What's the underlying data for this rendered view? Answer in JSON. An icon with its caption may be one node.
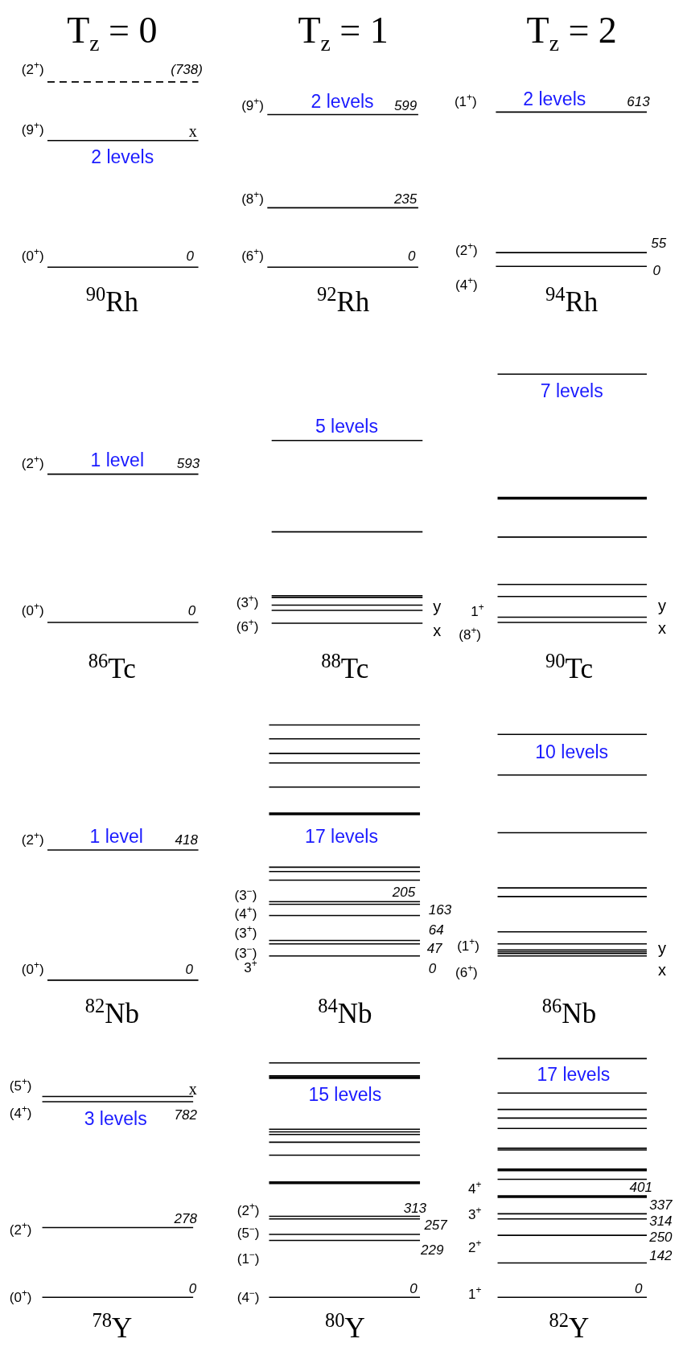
{
  "diagram": {
    "labels": [
      "T$_{z}$ = 0",
      "T$_{z}$ = 1",
      "T$_{z}$ = 2",
      "(2$^{+}$)",
      "(738)",
      "(9$^{+}$)",
      "x",
      "2 levels",
      "(0$^{+}$)",
      "0",
      "$^{90}$Rh",
      "(9$^{+}$)",
      "2 levels",
      "599",
      "(8$^{+}$)",
      "235",
      "(6$^{+}$)",
      "0",
      "$^{92}$Rh",
      "(1$^{+}$)",
      "2 levels",
      "613",
      "(2$^{+}$)",
      "55",
      "0",
      "(4$^{+}$)",
      "$^{94}$Rh",
      "(2$^{+}$)",
      "1 level",
      "593",
      "(0$^{+}$)",
      "0",
      "$^{86}$Tc",
      "5 levels",
      "(3$^{+}$)",
      "y",
      "(6$^{+}$)",
      "x",
      "$^{88}$Tc",
      "7 levels",
      "1$^{+}$",
      "y",
      "(8$^{+}$)",
      "x",
      "$^{90}$Tc",
      "(2$^{+}$)",
      "1 level",
      "418",
      "(0$^{+}$)",
      "0",
      "$^{82}$Nb",
      "17 levels",
      "(3$^{−}$)",
      "205",
      "(4$^{+}$)",
      "163",
      "(3$^{+}$)",
      "64",
      "(3$^{−}$)",
      "47",
      "3$^{+}$",
      "0",
      "$^{84}$Nb",
      "10 levels",
      "(1$^{+}$)",
      "y",
      "(6$^{+}$)",
      "x",
      "$^{86}$Nb",
      "(5$^{+}$)",
      "x",
      "(4$^{+}$)",
      "3 levels",
      "782",
      "278",
      "(2$^{+}$)",
      "0",
      "(0$^{+}$)",
      "$^{78}$Y",
      "15 levels",
      "(2$^{+}$)",
      "313",
      "257",
      "(5$^{−}$)",
      "229",
      "(1$^{−}$)",
      "0",
      "(4$^{−}$)",
      "$^{80}$Y",
      "17 levels",
      "4$^{+}$",
      "401",
      "337",
      "3$^{+}$",
      "314",
      "250",
      "2$^{+}$",
      "142",
      "0",
      "1$^{+}$",
      "$^{82}$Y"
    ]
  }
}
